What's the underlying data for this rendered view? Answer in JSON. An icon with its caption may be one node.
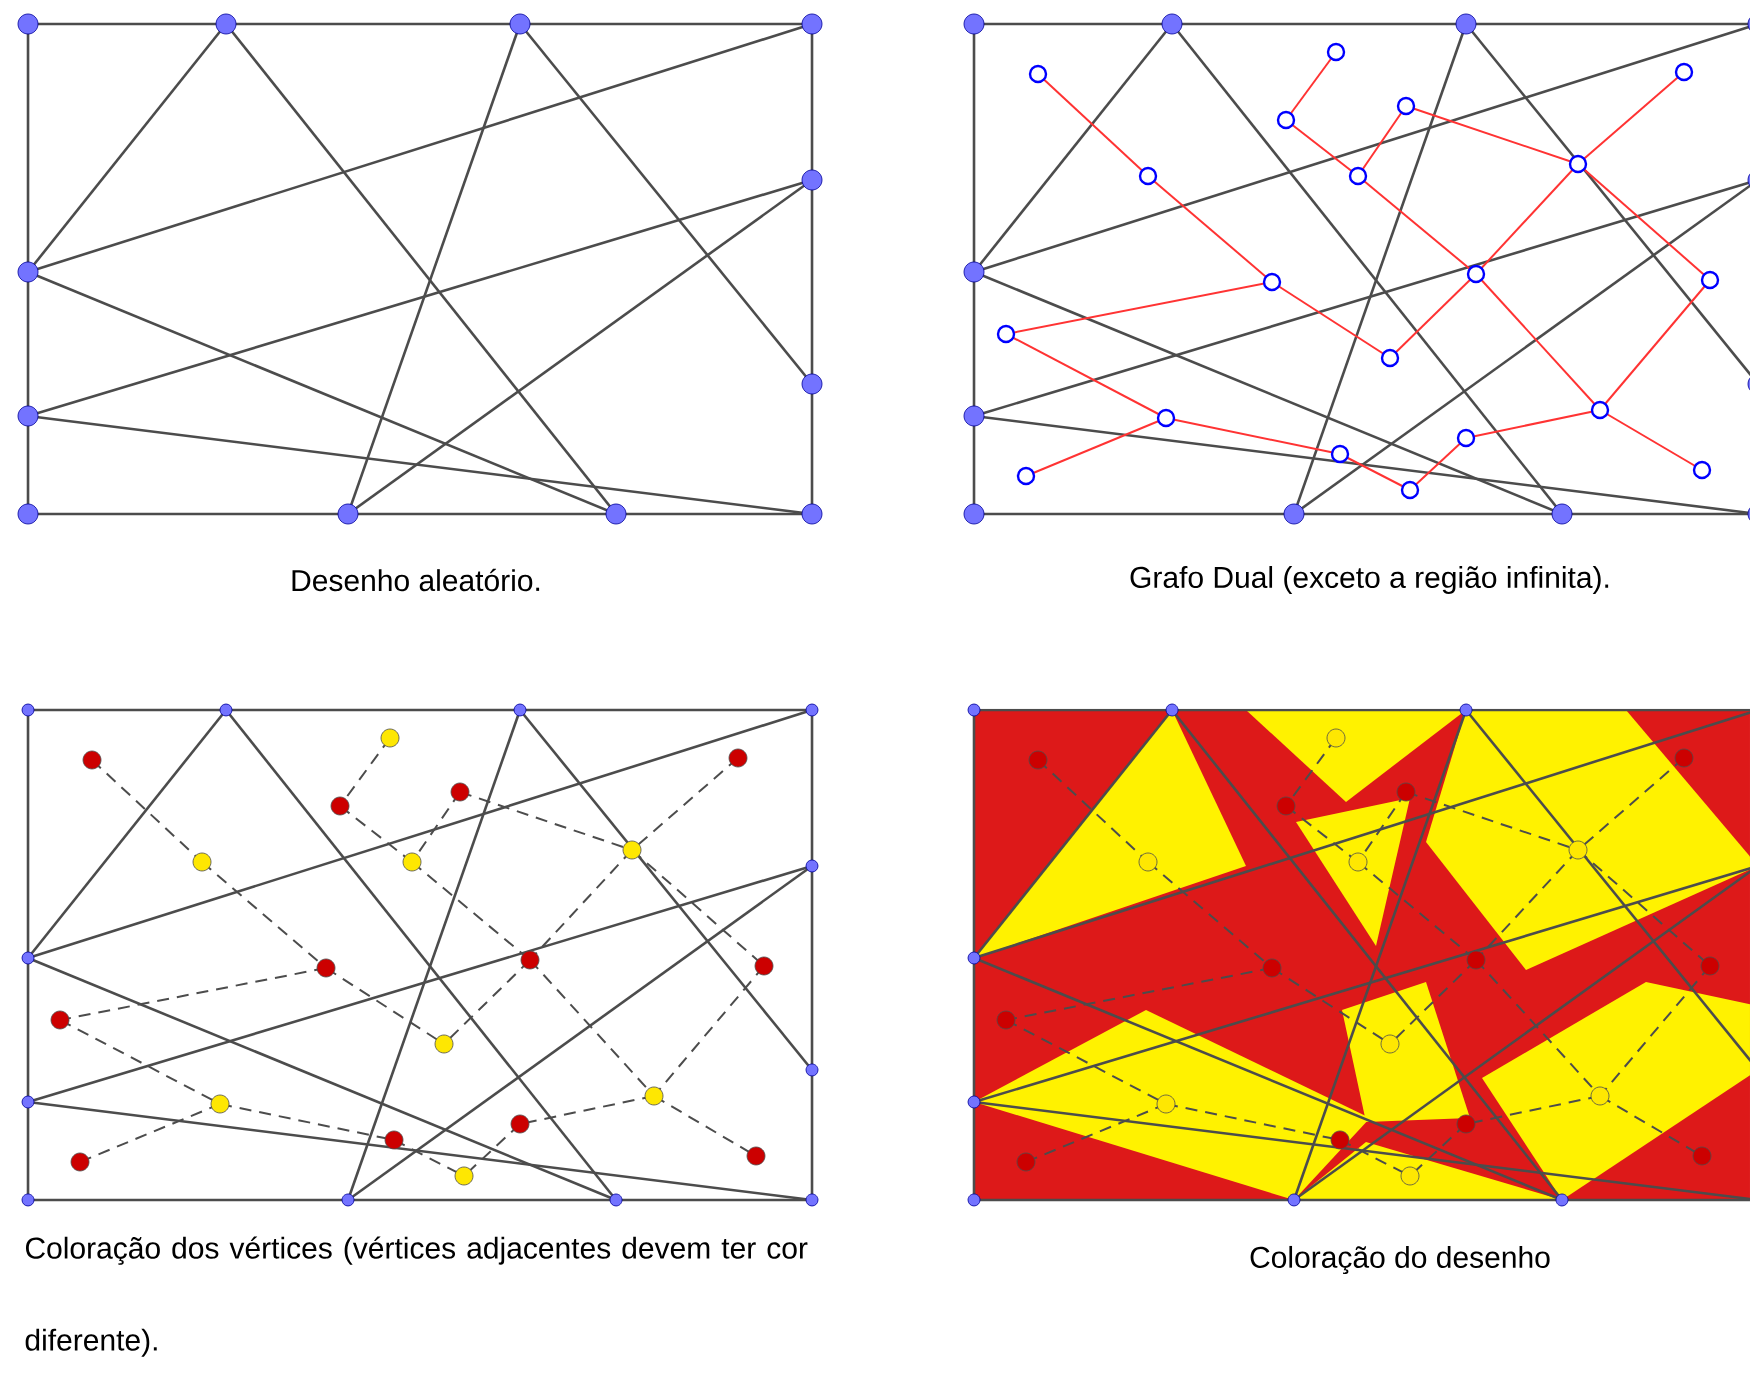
{
  "diagram": {
    "labels": [
      "Desenho aleatório.",
      "Grafo Dual (exceto a região infinita).",
      "Coloração dos vértices (vértices adjacentes devem ter cor diferente).",
      "Coloração do desenho"
    ]
  }
}
